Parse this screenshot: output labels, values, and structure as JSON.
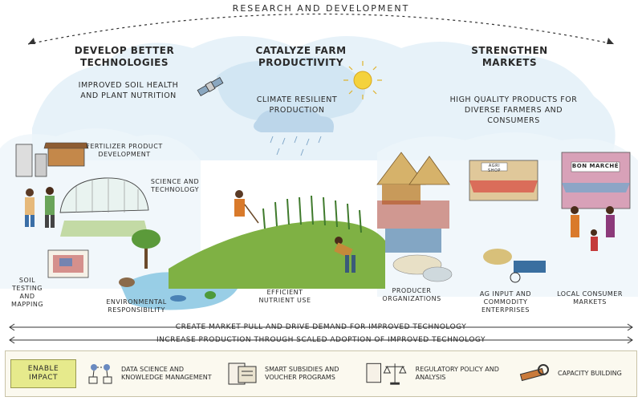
{
  "header": {
    "title": "RESEARCH AND DEVELOPMENT"
  },
  "pillars": [
    {
      "title": "DEVELOP BETTER TECHNOLOGIES",
      "subtitle": "IMPROVED SOIL HEALTH AND PLANT NUTRITION"
    },
    {
      "title": "CATALYZE FARM PRODUCTIVITY",
      "subtitle": "CLIMATE RESILIENT PRODUCTION"
    },
    {
      "title": "STRENGTHEN MARKETS",
      "subtitle": "HIGH QUALITY PRODUCTS FOR DIVERSE FARMERS AND CONSUMERS"
    }
  ],
  "scene_labels": {
    "fertilizer": "FERTILIZER PRODUCT DEVELOPMENT",
    "science": "SCIENCE AND TECHNOLOGY",
    "soil": "SOIL TESTING AND MAPPING",
    "environment": "ENVIRONMENTAL RESPONSIBILITY",
    "nutrient": "EFFICIENT NUTRIENT USE",
    "producer": "PRODUCER ORGANIZATIONS",
    "aginput": "AG INPUT AND COMMODITY ENTERPRISES",
    "local": "LOCAL CONSUMER MARKETS"
  },
  "signs": {
    "agri_shop": "AGRI SHOP",
    "bon_marche": "BON MARCHÉ"
  },
  "arrows": [
    "CREATE MARKET PULL AND DRIVE DEMAND FOR IMPROVED TECHNOLOGY",
    "INCREASE PRODUCTION THROUGH SCALED ADOPTION OF IMPROVED TECHNOLOGY"
  ],
  "impact": {
    "label": "ENABLE IMPACT",
    "items": [
      {
        "text": "DATA SCIENCE AND KNOWLEDGE MANAGEMENT",
        "icon": "network-icon"
      },
      {
        "text": "SMART SUBSIDIES AND VOUCHER PROGRAMS",
        "icon": "voucher-icon"
      },
      {
        "text": "REGULATORY POLICY AND ANALYSIS",
        "icon": "scales-icon"
      },
      {
        "text": "CAPACITY BUILDING",
        "icon": "wrench-icon"
      }
    ]
  },
  "colors": {
    "sky": "#d6e9f5",
    "hill": "#7fb144",
    "water": "#8ec9e3",
    "sun": "#f4d23c",
    "impact_label": "#e6ea8c",
    "ink": "#2a2a2a"
  }
}
